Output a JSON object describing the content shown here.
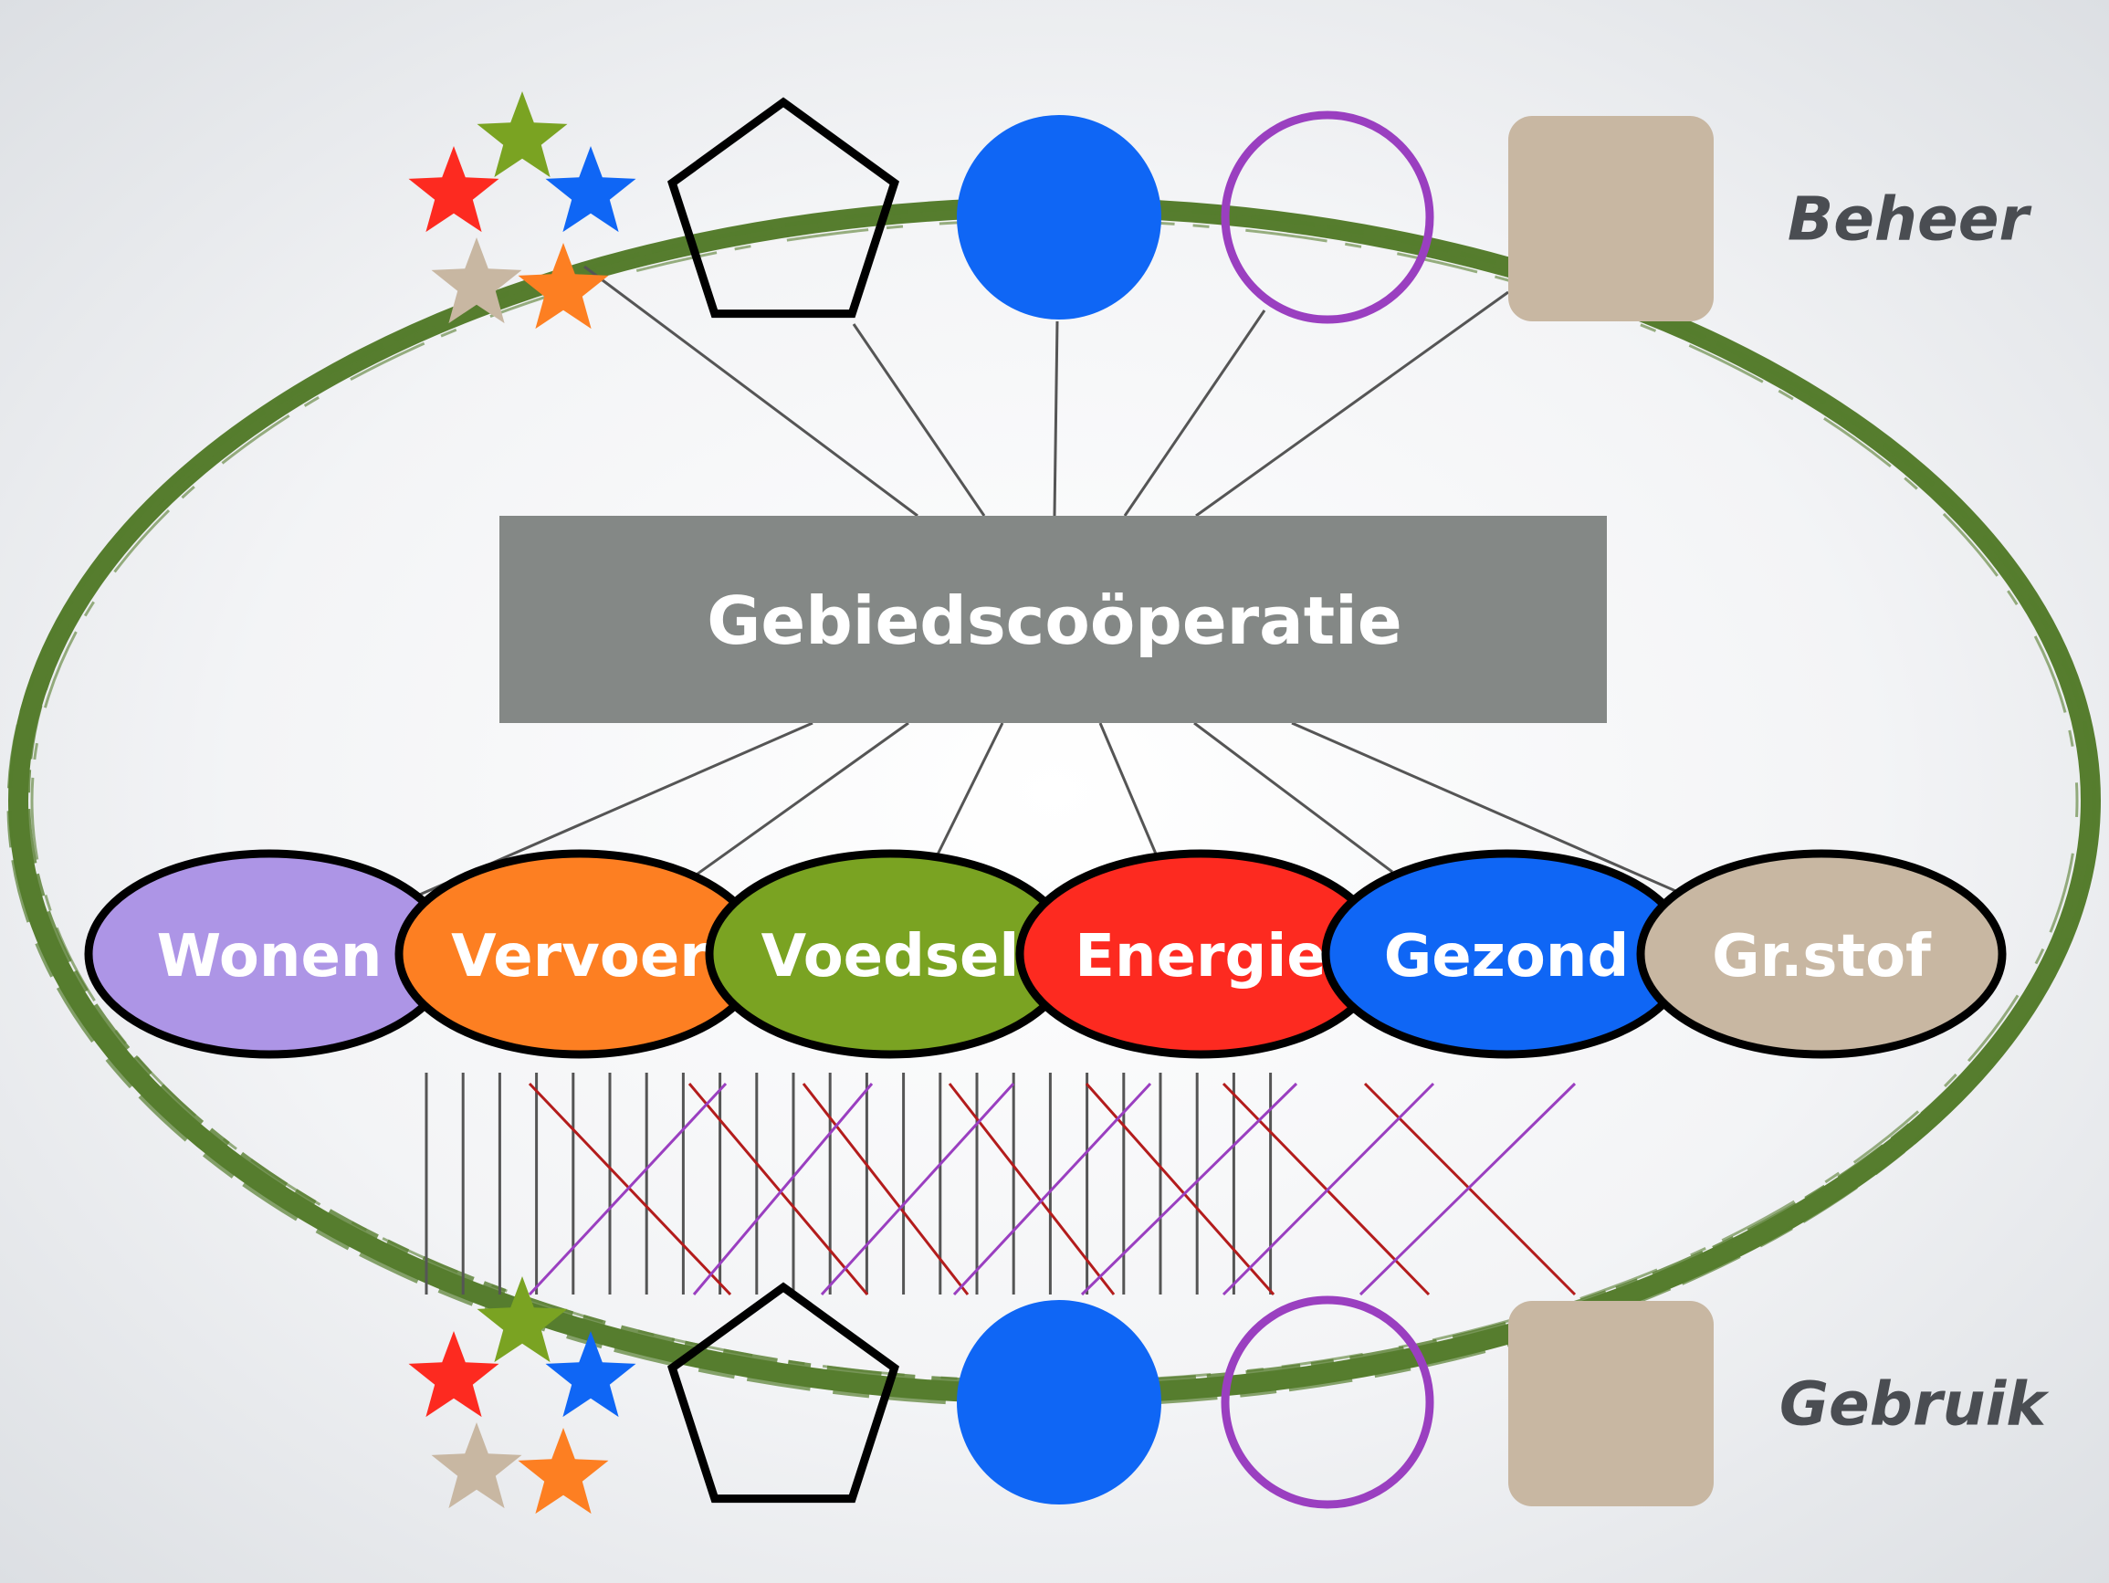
{
  "center": {
    "label": "Gebiedscoöperatie",
    "color": "#848886"
  },
  "side_labels": {
    "top": "Beheer",
    "bottom": "Gebruik"
  },
  "sectors": [
    {
      "label": "Wonen",
      "color": "#ad95e6"
    },
    {
      "label": "Vervoer",
      "color": "#fd7f22"
    },
    {
      "label": "Voedsel",
      "color": "#7aa322"
    },
    {
      "label": "Energie",
      "color": "#fd2a20"
    },
    {
      "label": "Gezond",
      "color": "#0f66f5"
    },
    {
      "label": "Gr.stof",
      "color": "#c8b7a2"
    }
  ],
  "colors": {
    "ring": "#567d2e",
    "connector": "#555555",
    "cross_red": "#b31c1c",
    "cross_purple": "#9a3fc0",
    "pentagon_stroke": "#000000",
    "blue_circle": "#0f66f5",
    "purple_ring": "#9a3fc0",
    "tan_square": "#c8b7a2",
    "stars": [
      "#7aa322",
      "#fd2a20",
      "#0f66f5",
      "#c8b7a2",
      "#fd7f22"
    ]
  },
  "stakeholder_symbols": [
    {
      "kind": "star-cluster",
      "name": "stars-icon"
    },
    {
      "kind": "pentagon",
      "name": "pentagon-icon"
    },
    {
      "kind": "filled-circle",
      "name": "blue-circle-icon"
    },
    {
      "kind": "ring",
      "name": "purple-ring-icon"
    },
    {
      "kind": "rounded-square",
      "name": "tan-square-icon"
    }
  ]
}
